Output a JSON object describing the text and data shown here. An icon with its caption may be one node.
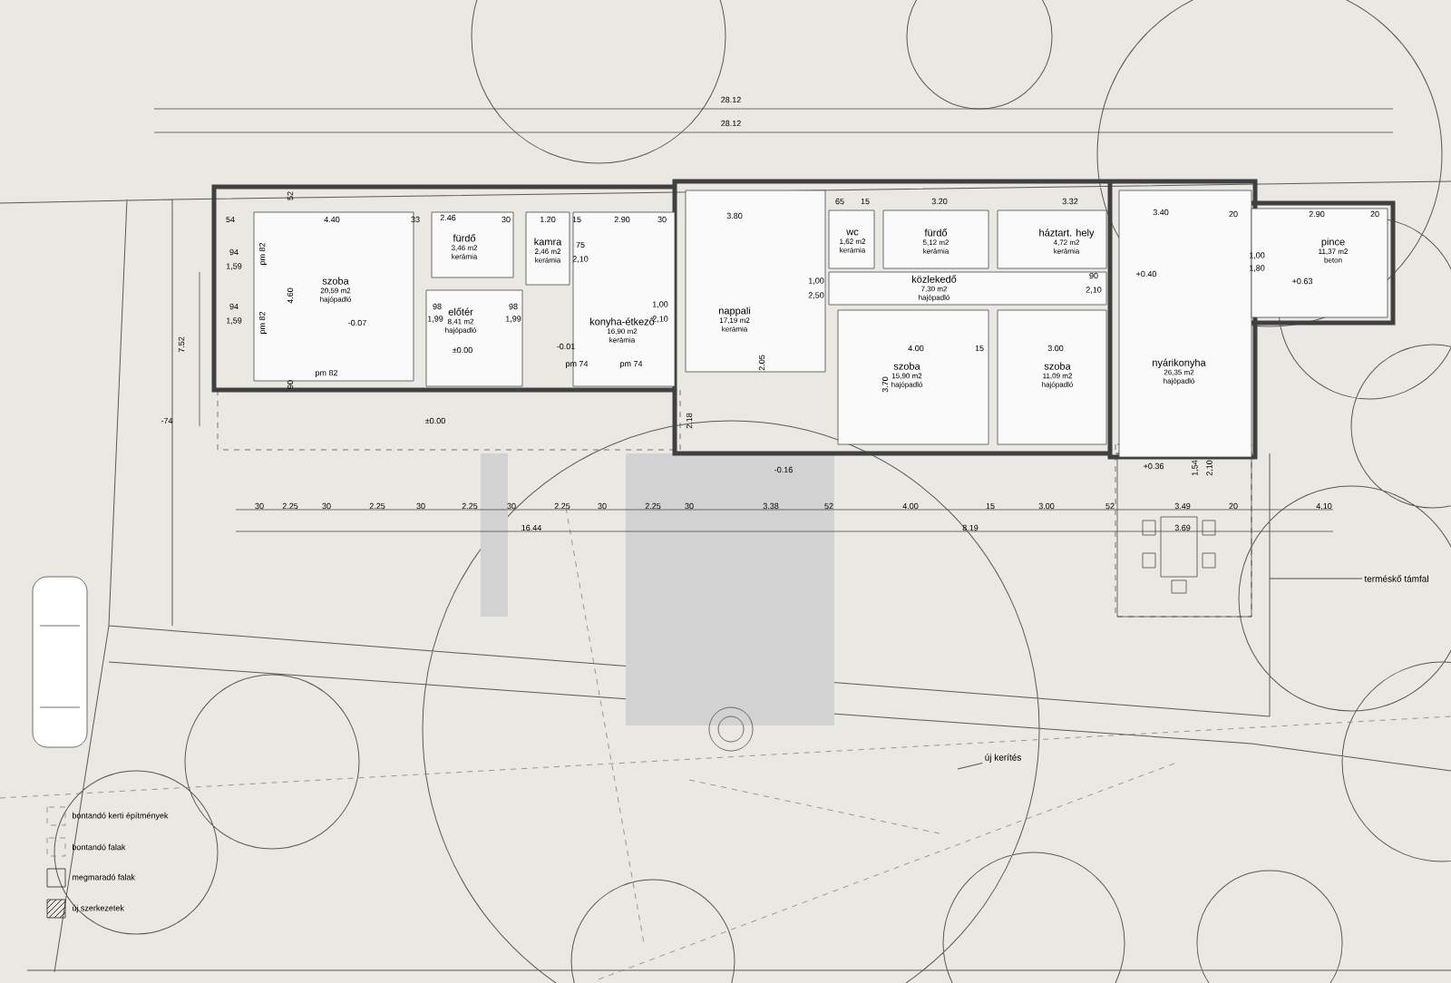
{
  "diagram": {
    "nodes": [
      {
        "text": [
          "szoba",
          "20,59 m2",
          "hajópadló"
        ]
      },
      {
        "text": [
          "fürdő",
          "3,46 m2",
          "kerámia"
        ]
      },
      {
        "text": [
          "kamra",
          "2,46 m2",
          "kerámia"
        ]
      },
      {
        "text": [
          "előtér",
          "8,41 m2",
          "hajópadló"
        ]
      },
      {
        "text": [
          "konyha-étkező",
          "16,90 m2",
          "kerámia"
        ]
      },
      {
        "text": [
          "nappali",
          "17,19 m2",
          "kerámia"
        ]
      },
      {
        "text": [
          "wc",
          "1,62 m2",
          "kerámia"
        ]
      },
      {
        "text": [
          "fürdő",
          "5,12 m2",
          "kerámia"
        ]
      },
      {
        "text": [
          "háztart. hely",
          "4,72 m2",
          "kerámia"
        ]
      },
      {
        "text": [
          "közlekedő",
          "7,30 m2",
          "hajópadló"
        ]
      },
      {
        "text": [
          "szoba",
          "15,90 m2",
          "hajópadló"
        ]
      },
      {
        "text": [
          "szoba",
          "11,09 m2",
          "hajópadló"
        ]
      },
      {
        "text": [
          "nyárikonyha",
          "26,35 m2",
          "hajópadló"
        ]
      },
      {
        "text": [
          "pince",
          "11,37 m2",
          "beton"
        ]
      },
      {
        "text": [
          "terméskő támfal"
        ]
      },
      {
        "text": [
          "új kerítés"
        ]
      }
    ],
    "edges": [
      {
        "from": 14,
        "to": null,
        "arrow": "none"
      },
      {
        "from": 15,
        "to": null,
        "arrow": "none"
      }
    ],
    "labels": [
      "28.12",
      "28.12",
      "54",
      "4.40",
      "33",
      "52",
      "2.46",
      "30",
      "1.20",
      "15",
      "2.90",
      "30",
      "94",
      "1,59",
      "94",
      "1,59",
      "pm 82",
      "pm 82",
      "4.60",
      "-0.07",
      "pm 82",
      "90",
      "98",
      "1,99",
      "98",
      "1,99",
      "±0.00",
      "75",
      "2,10",
      "1,00",
      "2,10",
      "-0.01",
      "pm 74",
      "pm 74",
      "3.80",
      "1,00",
      "2,50",
      "65",
      "15",
      "3.20",
      "3.32",
      "4.00",
      "15",
      "3.00",
      "3.70",
      "2.05",
      "±0.00",
      "2.18",
      "-0.16",
      "30",
      "2.25",
      "30",
      "2.25",
      "30",
      "2.25",
      "30",
      "2.25",
      "30",
      "2.25",
      "30",
      "3.38",
      "52",
      "4.00",
      "15",
      "3.00",
      "52",
      "3.49",
      "20",
      "4.10",
      "16.44",
      "8.19",
      "3.69",
      "7.52",
      "-74",
      "3.40",
      "20",
      "2.90",
      "20",
      "1,00",
      "1,80",
      "+0.63",
      "90",
      "2,10",
      "+0.40",
      "+0.36",
      "1,54",
      "2,10"
    ],
    "legend": [
      {
        "text": "bontandó kerti építmények"
      },
      {
        "text": "bontandó falak"
      },
      {
        "text": "megmaradó falak"
      },
      {
        "text": "új szerkezetek"
      }
    ]
  }
}
